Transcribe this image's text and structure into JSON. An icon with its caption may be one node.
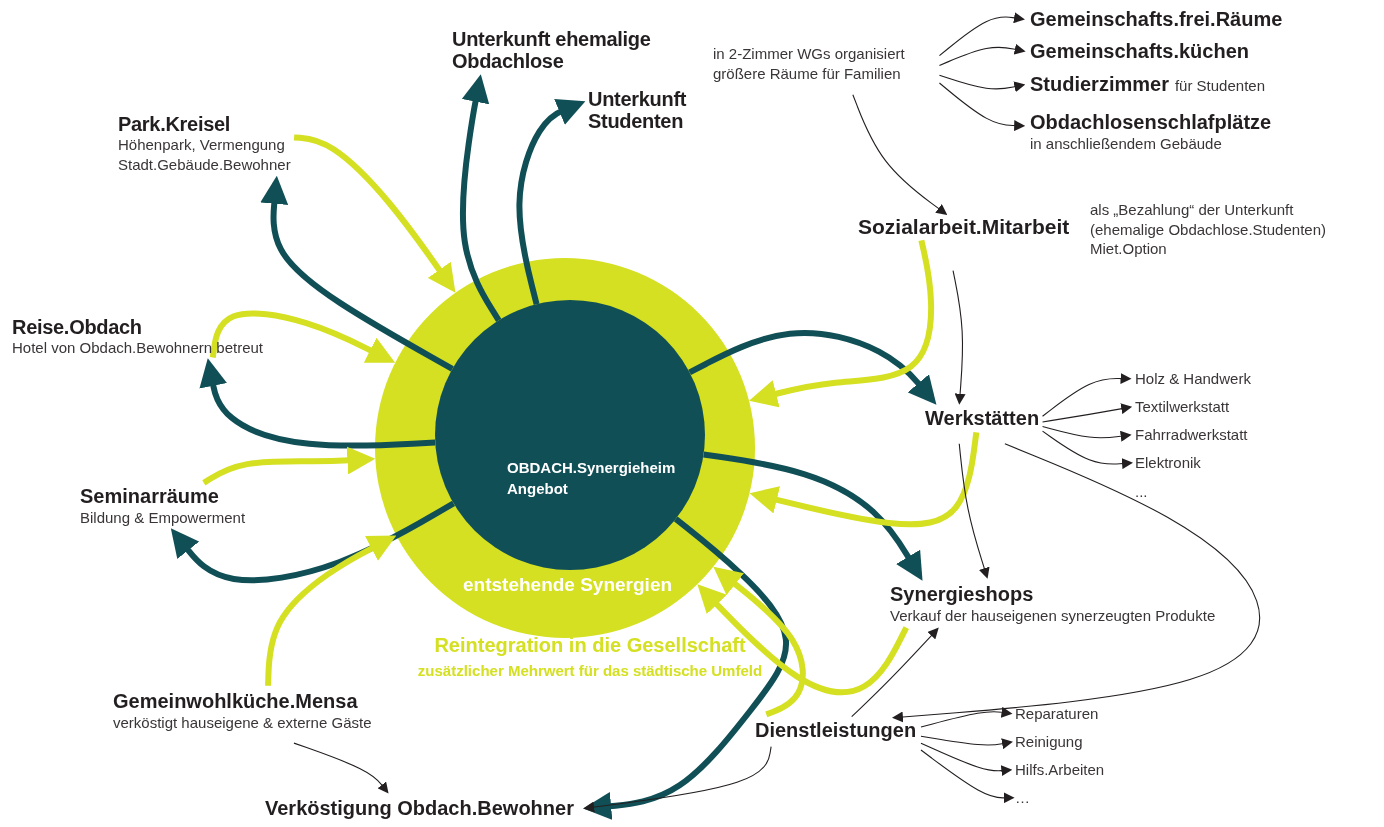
{
  "diagram": {
    "nodes": [
      {
        "text": [
          "entstehende Synergien"
        ]
      },
      {
        "text": [
          "OBDACH.Synergieheim Angebot"
        ],
        "in": 0
      },
      {
        "text": [
          "Unterkunft ehemalige Obdachlose"
        ]
      },
      {
        "text": [
          "Unterkunft Studenten"
        ]
      },
      {
        "text": [
          "in 2-Zimmer WGs organisiert größere Räume für Familien"
        ]
      },
      {
        "text": [
          "Gemeinschafts.frei.Räume"
        ]
      },
      {
        "text": [
          "Gemeinschafts.küchen"
        ]
      },
      {
        "text": [
          "Studierzimmer",
          "für Studenten"
        ]
      },
      {
        "text": [
          "Obdachlosenschlafplätze",
          "in anschließendem Gebäude"
        ]
      },
      {
        "text": [
          "Sozialarbeit.Mitarbeit"
        ],
        "beside": [
          "als „Bezahlung“ der Unterkunft (ehemalige Obdachlose.Studenten) Miet.Option"
        ]
      },
      {
        "text": [
          "Werkstätten"
        ]
      },
      {
        "text": [
          "Holz & Handwerk"
        ]
      },
      {
        "text": [
          "Textilwerkstatt"
        ]
      },
      {
        "text": [
          "Fahrradwerkstatt"
        ]
      },
      {
        "text": [
          "Elektronik"
        ]
      },
      {
        "text": [
          "Synergieshops",
          "Verkauf der hauseigenen synerzeugten Produkte"
        ]
      },
      {
        "text": [
          "Dienstleistungen"
        ]
      },
      {
        "text": [
          "Reparaturen"
        ]
      },
      {
        "text": [
          "Reinigung"
        ]
      },
      {
        "text": [
          "Hilfs.Arbeiten"
        ]
      },
      {
        "text": [
          "…"
        ]
      },
      {
        "text": [
          "Verköstigung Obdach.Bewohner"
        ]
      },
      {
        "text": [
          "Gemeinwohlküche.Mensa",
          "verköstigt hauseigene & externe Gäste"
        ]
      },
      {
        "text": [
          "Seminarräume",
          "Bildung & Empowerment"
        ]
      },
      {
        "text": [
          "Reise.Obdach",
          "Hotel von Obdach.Bewohnern betreut"
        ]
      },
      {
        "text": [
          "Park.Kreisel",
          "Höhenpark, Vermengung Stadt.Gebäude.Bewohner"
        ]
      }
    ],
    "edges": [
      {
        "from": 1,
        "to": 2,
        "arrow": "to",
        "style": "thick",
        "color": "#114f57"
      },
      {
        "from": 1,
        "to": 3,
        "arrow": "to",
        "style": "thick",
        "color": "#114f57"
      },
      {
        "from": 1,
        "to": 25,
        "arrow": "to",
        "style": "thick",
        "color": "#114f57"
      },
      {
        "from": 1,
        "to": 24,
        "arrow": "to",
        "style": "thick",
        "color": "#114f57"
      },
      {
        "from": 1,
        "to": 23,
        "arrow": "to",
        "style": "thick",
        "color": "#114f57"
      },
      {
        "from": 1,
        "to": 10,
        "arrow": "to",
        "style": "thick",
        "color": "#114f57"
      },
      {
        "from": 1,
        "to": 15,
        "arrow": "to",
        "style": "thick",
        "color": "#114f57"
      },
      {
        "from": 1,
        "to": 21,
        "arrow": "to",
        "style": "thick",
        "color": "#114f57"
      },
      {
        "from": 25,
        "to": 0,
        "arrow": "to",
        "style": "thick",
        "color": "#d4e021"
      },
      {
        "from": 24,
        "to": 0,
        "arrow": "to",
        "style": "thick",
        "color": "#d4e021"
      },
      {
        "from": 23,
        "to": 0,
        "arrow": "to",
        "style": "thick",
        "color": "#d4e021"
      },
      {
        "from": 22,
        "to": 0,
        "arrow": "to",
        "style": "thick",
        "color": "#d4e021"
      },
      {
        "from": 9,
        "to": 0,
        "arrow": "to",
        "style": "thick",
        "color": "#d4e021"
      },
      {
        "from": 10,
        "to": 0,
        "arrow": "to",
        "style": "thick",
        "color": "#d4e021"
      },
      {
        "from": 15,
        "to": 0,
        "arrow": "to",
        "style": "thick",
        "color": "#d4e021"
      },
      {
        "from": 16,
        "to": 0,
        "arrow": "to",
        "style": "thick",
        "color": "#d4e021"
      },
      {
        "from": 4,
        "to": 5,
        "arrow": "to"
      },
      {
        "from": 4,
        "to": 6,
        "arrow": "to"
      },
      {
        "from": 4,
        "to": 7,
        "arrow": "to"
      },
      {
        "from": 4,
        "to": 8,
        "arrow": "to"
      },
      {
        "from": 4,
        "to": 9,
        "arrow": "to"
      },
      {
        "from": 9,
        "to": 10,
        "arrow": "to"
      },
      {
        "from": 10,
        "to": 11,
        "arrow": "to"
      },
      {
        "from": 10,
        "to": 12,
        "arrow": "to"
      },
      {
        "from": 10,
        "to": 13,
        "arrow": "to"
      },
      {
        "from": 10,
        "to": 14,
        "arrow": "to"
      },
      {
        "from": 10,
        "to": 15,
        "arrow": "to"
      },
      {
        "from": 10,
        "to": 16,
        "arrow": "to"
      },
      {
        "from": 16,
        "to": 15,
        "arrow": "to"
      },
      {
        "from": 16,
        "to": 17,
        "arrow": "to"
      },
      {
        "from": 16,
        "to": 18,
        "arrow": "to"
      },
      {
        "from": 16,
        "to": 19,
        "arrow": "to"
      },
      {
        "from": 16,
        "to": 20,
        "arrow": "to"
      },
      {
        "from": 16,
        "to": 21,
        "arrow": "to"
      },
      {
        "from": 22,
        "to": 21,
        "arrow": "to"
      }
    ],
    "labels": [
      "Reintegration in die Gesellschaft",
      "zusätzlicher Mehrwert für das städtische Umfeld",
      "..."
    ]
  }
}
